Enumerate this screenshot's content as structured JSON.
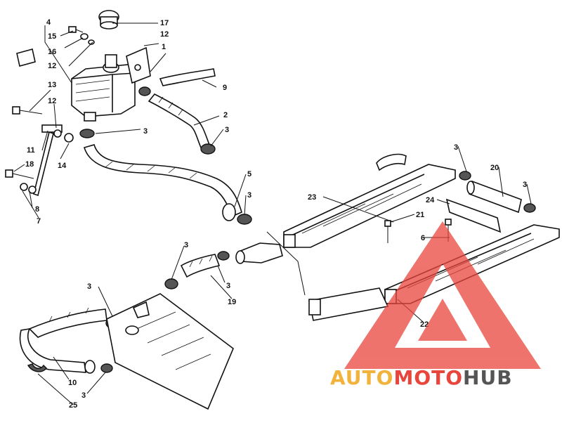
{
  "callouts": {
    "c1": "1",
    "c2": "2",
    "c3": "3",
    "c4": "4",
    "c5": "5",
    "c6": "6",
    "c7": "7",
    "c8": "8",
    "c9": "9",
    "c10": "10",
    "c11": "11",
    "c12": "12",
    "c13": "13",
    "c14": "14",
    "c15": "15",
    "c16": "16",
    "c17": "17",
    "c18": "18",
    "c19": "19",
    "c20": "20",
    "c21": "21",
    "c22": "22",
    "c23": "23",
    "c24": "24",
    "c25": "25"
  },
  "watermark": {
    "part1": "AUTO",
    "part2": "MOTO",
    "part3": "HUB",
    "color1": "#F2B33D",
    "color2": "#E8453C",
    "color3": "#555555",
    "triangle_color": "#E8453C"
  }
}
